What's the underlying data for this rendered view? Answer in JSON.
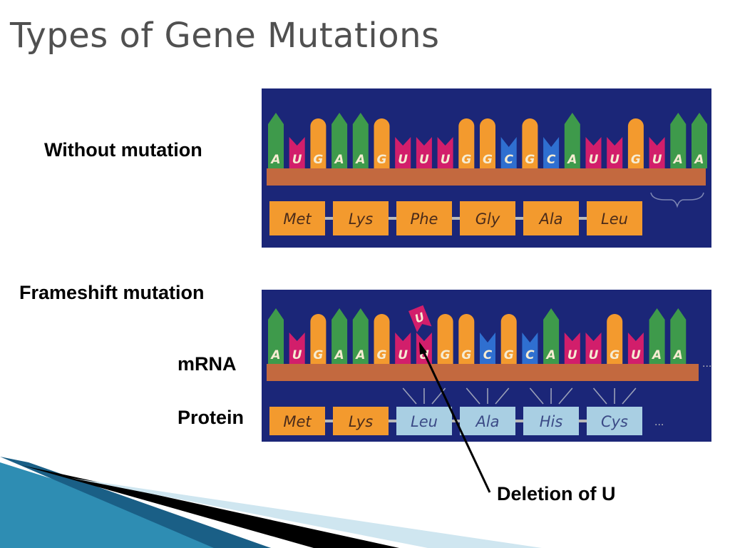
{
  "slide": {
    "title": "Types of Gene Mutations"
  },
  "labels": {
    "without_mutation": "Without mutation",
    "frameshift_mutation": "Frameshift mutation",
    "mrna": "mRNA",
    "protein": "Protein",
    "deletion": "Deletion of U"
  },
  "colors": {
    "panel_bg": "#1b2678",
    "strand": "#c3693f",
    "A": "#3e9a4b",
    "U": "#d21e6b",
    "G": "#f39a2e",
    "C": "#2f6fd0",
    "normal_protein_box": "#f39a2e",
    "shifted_protein_box": "#a9cfe3"
  },
  "panel_without": {
    "bases": [
      "A",
      "U",
      "G",
      "A",
      "A",
      "G",
      "U",
      "U",
      "U",
      "G",
      "G",
      "C",
      "G",
      "C",
      "A",
      "U",
      "U",
      "G",
      "U",
      "A",
      "A"
    ],
    "amino_acids": [
      "Met",
      "Lys",
      "Phe",
      "Gly",
      "Ala",
      "Leu"
    ]
  },
  "panel_frameshift": {
    "bases": [
      "A",
      "U",
      "G",
      "A",
      "A",
      "G",
      "U",
      "U",
      "G",
      "G",
      "C",
      "G",
      "C",
      "A",
      "U",
      "U",
      "G",
      "U",
      "A",
      "A"
    ],
    "deleted_base": "U",
    "amino_acids": [
      "Met",
      "Lys",
      "Leu",
      "Ala",
      "His",
      "Cys"
    ],
    "shifted_amino_acids": [
      "Leu",
      "Ala",
      "His",
      "Cys"
    ],
    "ellipsis": "..."
  }
}
